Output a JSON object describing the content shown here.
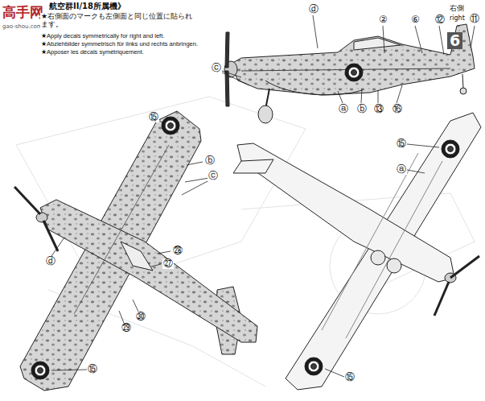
{
  "diagram": {
    "title": "航空群II/18所属機》",
    "labels": [
      "高手网",
      "gao-shou.com",
      "★右側面のマークも左側面と同じ位置に貼られます。",
      "★Apply decals symmetrically for right and left.",
      "★Abziehbilder symmetrisch für links und rechts anbringen.",
      "★Apposer les décals symétriquement.",
      "ⓓ",
      "②",
      "⑥",
      "⑫",
      "右側",
      "right",
      "⑪",
      "6",
      "ⓒ",
      "ⓐ",
      "ⓑ",
      "⑬",
      "⑯",
      "⑮",
      "ⓑ",
      "ⓒ",
      "ⓓ",
      "㉘",
      "㉗",
      "㉚",
      "㉙",
      "⑮",
      "⑮",
      "ⓐ",
      "⑮"
    ]
  }
}
